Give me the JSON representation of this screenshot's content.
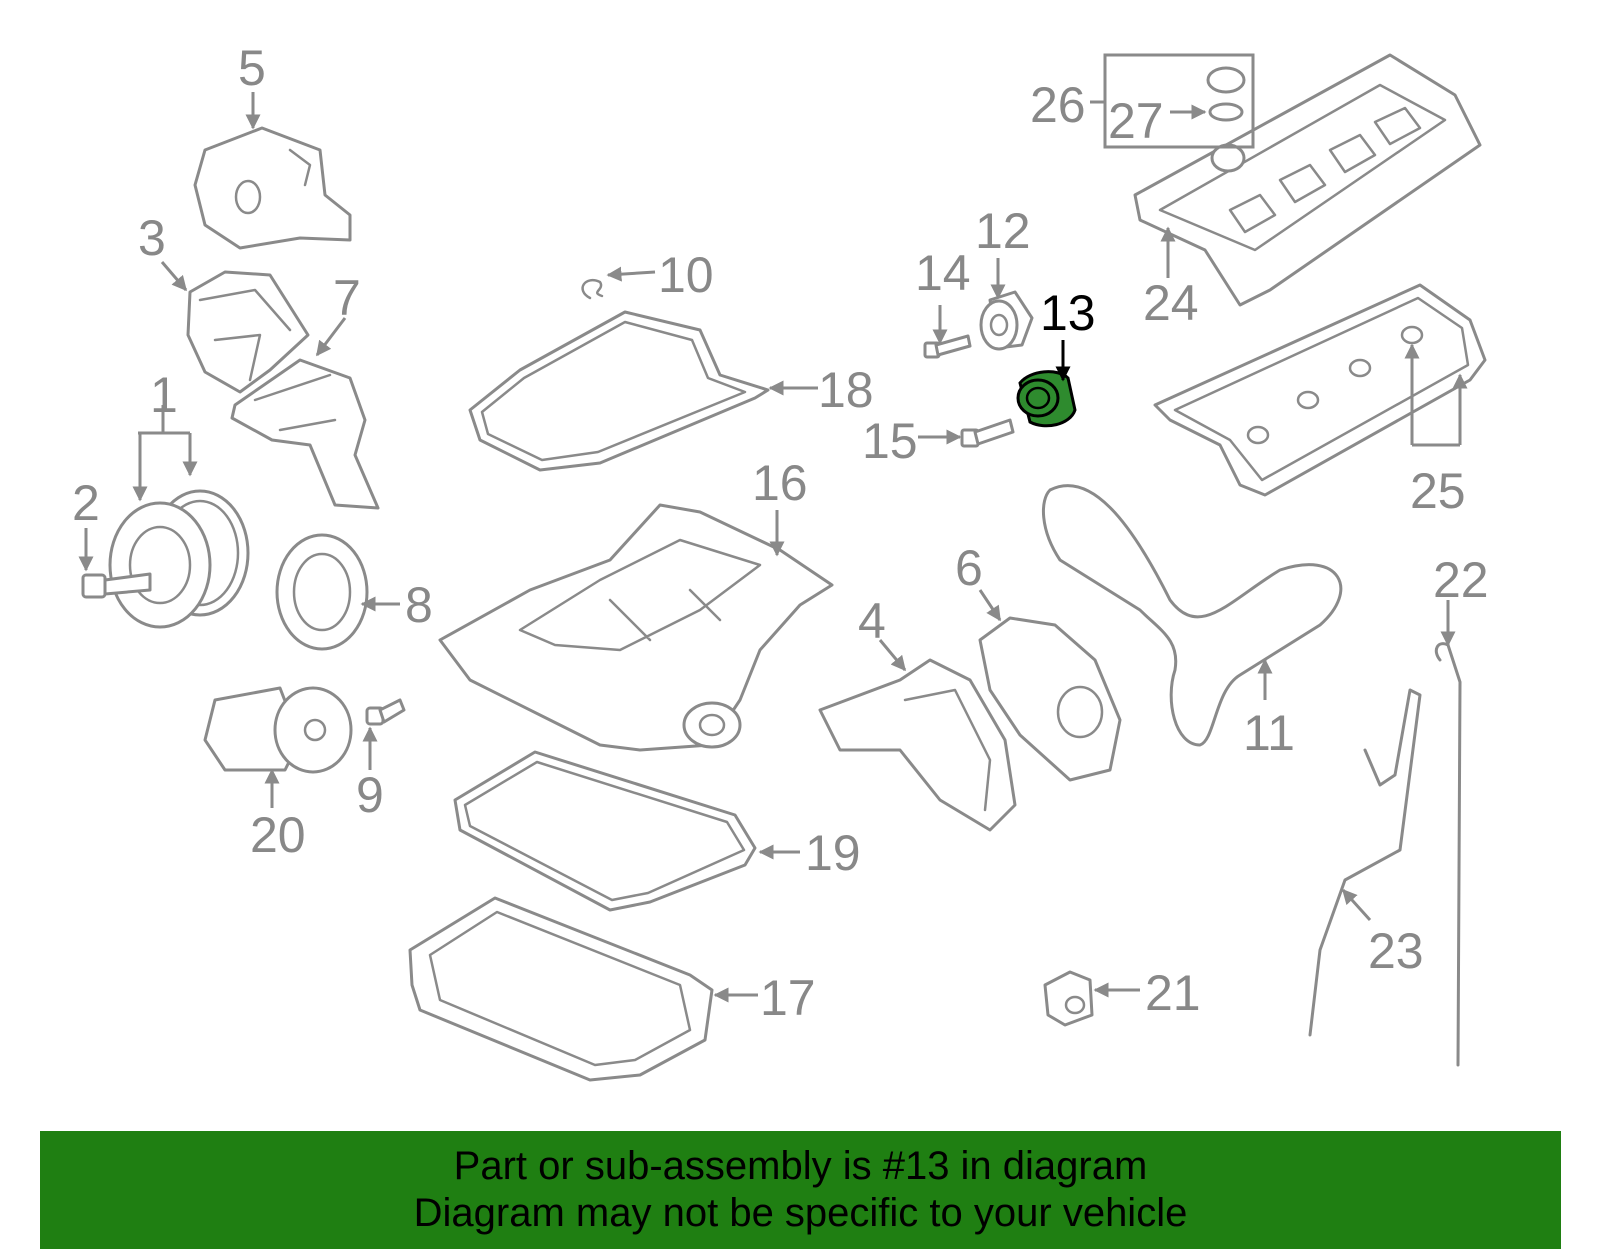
{
  "diagram": {
    "highlighted_part": "13",
    "highlight_color": "#2e8b2e",
    "part_color": "#8a8a8a",
    "callouts": [
      "1",
      "2",
      "3",
      "4",
      "5",
      "6",
      "7",
      "8",
      "9",
      "10",
      "11",
      "12",
      "13",
      "14",
      "15",
      "16",
      "17",
      "18",
      "19",
      "20",
      "21",
      "22",
      "23",
      "24",
      "25",
      "26",
      "27"
    ]
  },
  "banner": {
    "line1": "Part or sub-assembly is #13 in diagram",
    "line2": "Diagram may not be specific to your vehicle",
    "background": "#1f7f12"
  }
}
